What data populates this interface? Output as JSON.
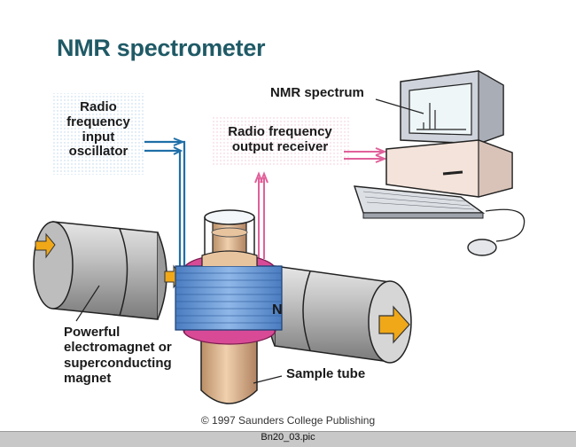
{
  "diagram": {
    "title": "NMR spectrometer",
    "labels": {
      "oscillator": "Radio frequency input oscillator",
      "receiver": "Radio frequency output receiver",
      "spectrum": "NMR spectrum",
      "magnet": "Powerful electromagnet or superconducting magnet",
      "sample_tube": "Sample tube",
      "north_pole": "N"
    },
    "copyright": "© 1997 Saunders College Publishing",
    "filename": "Bn20_03.pic"
  },
  "colors": {
    "title": "#1f5a66",
    "input_wires": "#1f6fa8",
    "output_wires": "#e0609a",
    "coil_blue": "#5b8fd0",
    "coil_pink": "#d84a96",
    "magnet_gray": "#a8a8a8",
    "field_arrow": "#f0a818",
    "sample": "#d8b48e"
  }
}
